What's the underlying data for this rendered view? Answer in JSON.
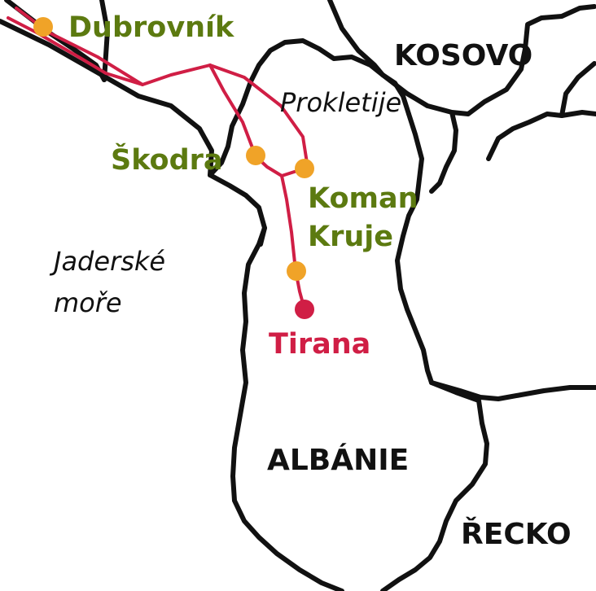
{
  "colors": {
    "border": "#111111",
    "route": "#d01e45",
    "stop": "#f0a328",
    "destination": "#d01e45",
    "city_label": "#5c7a10",
    "destination_label": "#d01e45",
    "country_label": "#111111",
    "water_label": "#111111"
  },
  "labels": {
    "countries": {
      "kosovo": "KOSOVO",
      "albania": "ALBÁNIE",
      "greece": "ŘECKO"
    },
    "cities": {
      "dubrovnik": "Dubrovník",
      "shkoder": "Škodra",
      "koman": "Koman",
      "kruje": "Kruje",
      "tirana": "Tirana"
    },
    "physical": {
      "mountains": "Prokletije",
      "sea_line1": "Jaderské",
      "sea_line2": "moře"
    }
  },
  "legend_icons": [
    "stop-marker-icon",
    "destination-marker-icon"
  ]
}
